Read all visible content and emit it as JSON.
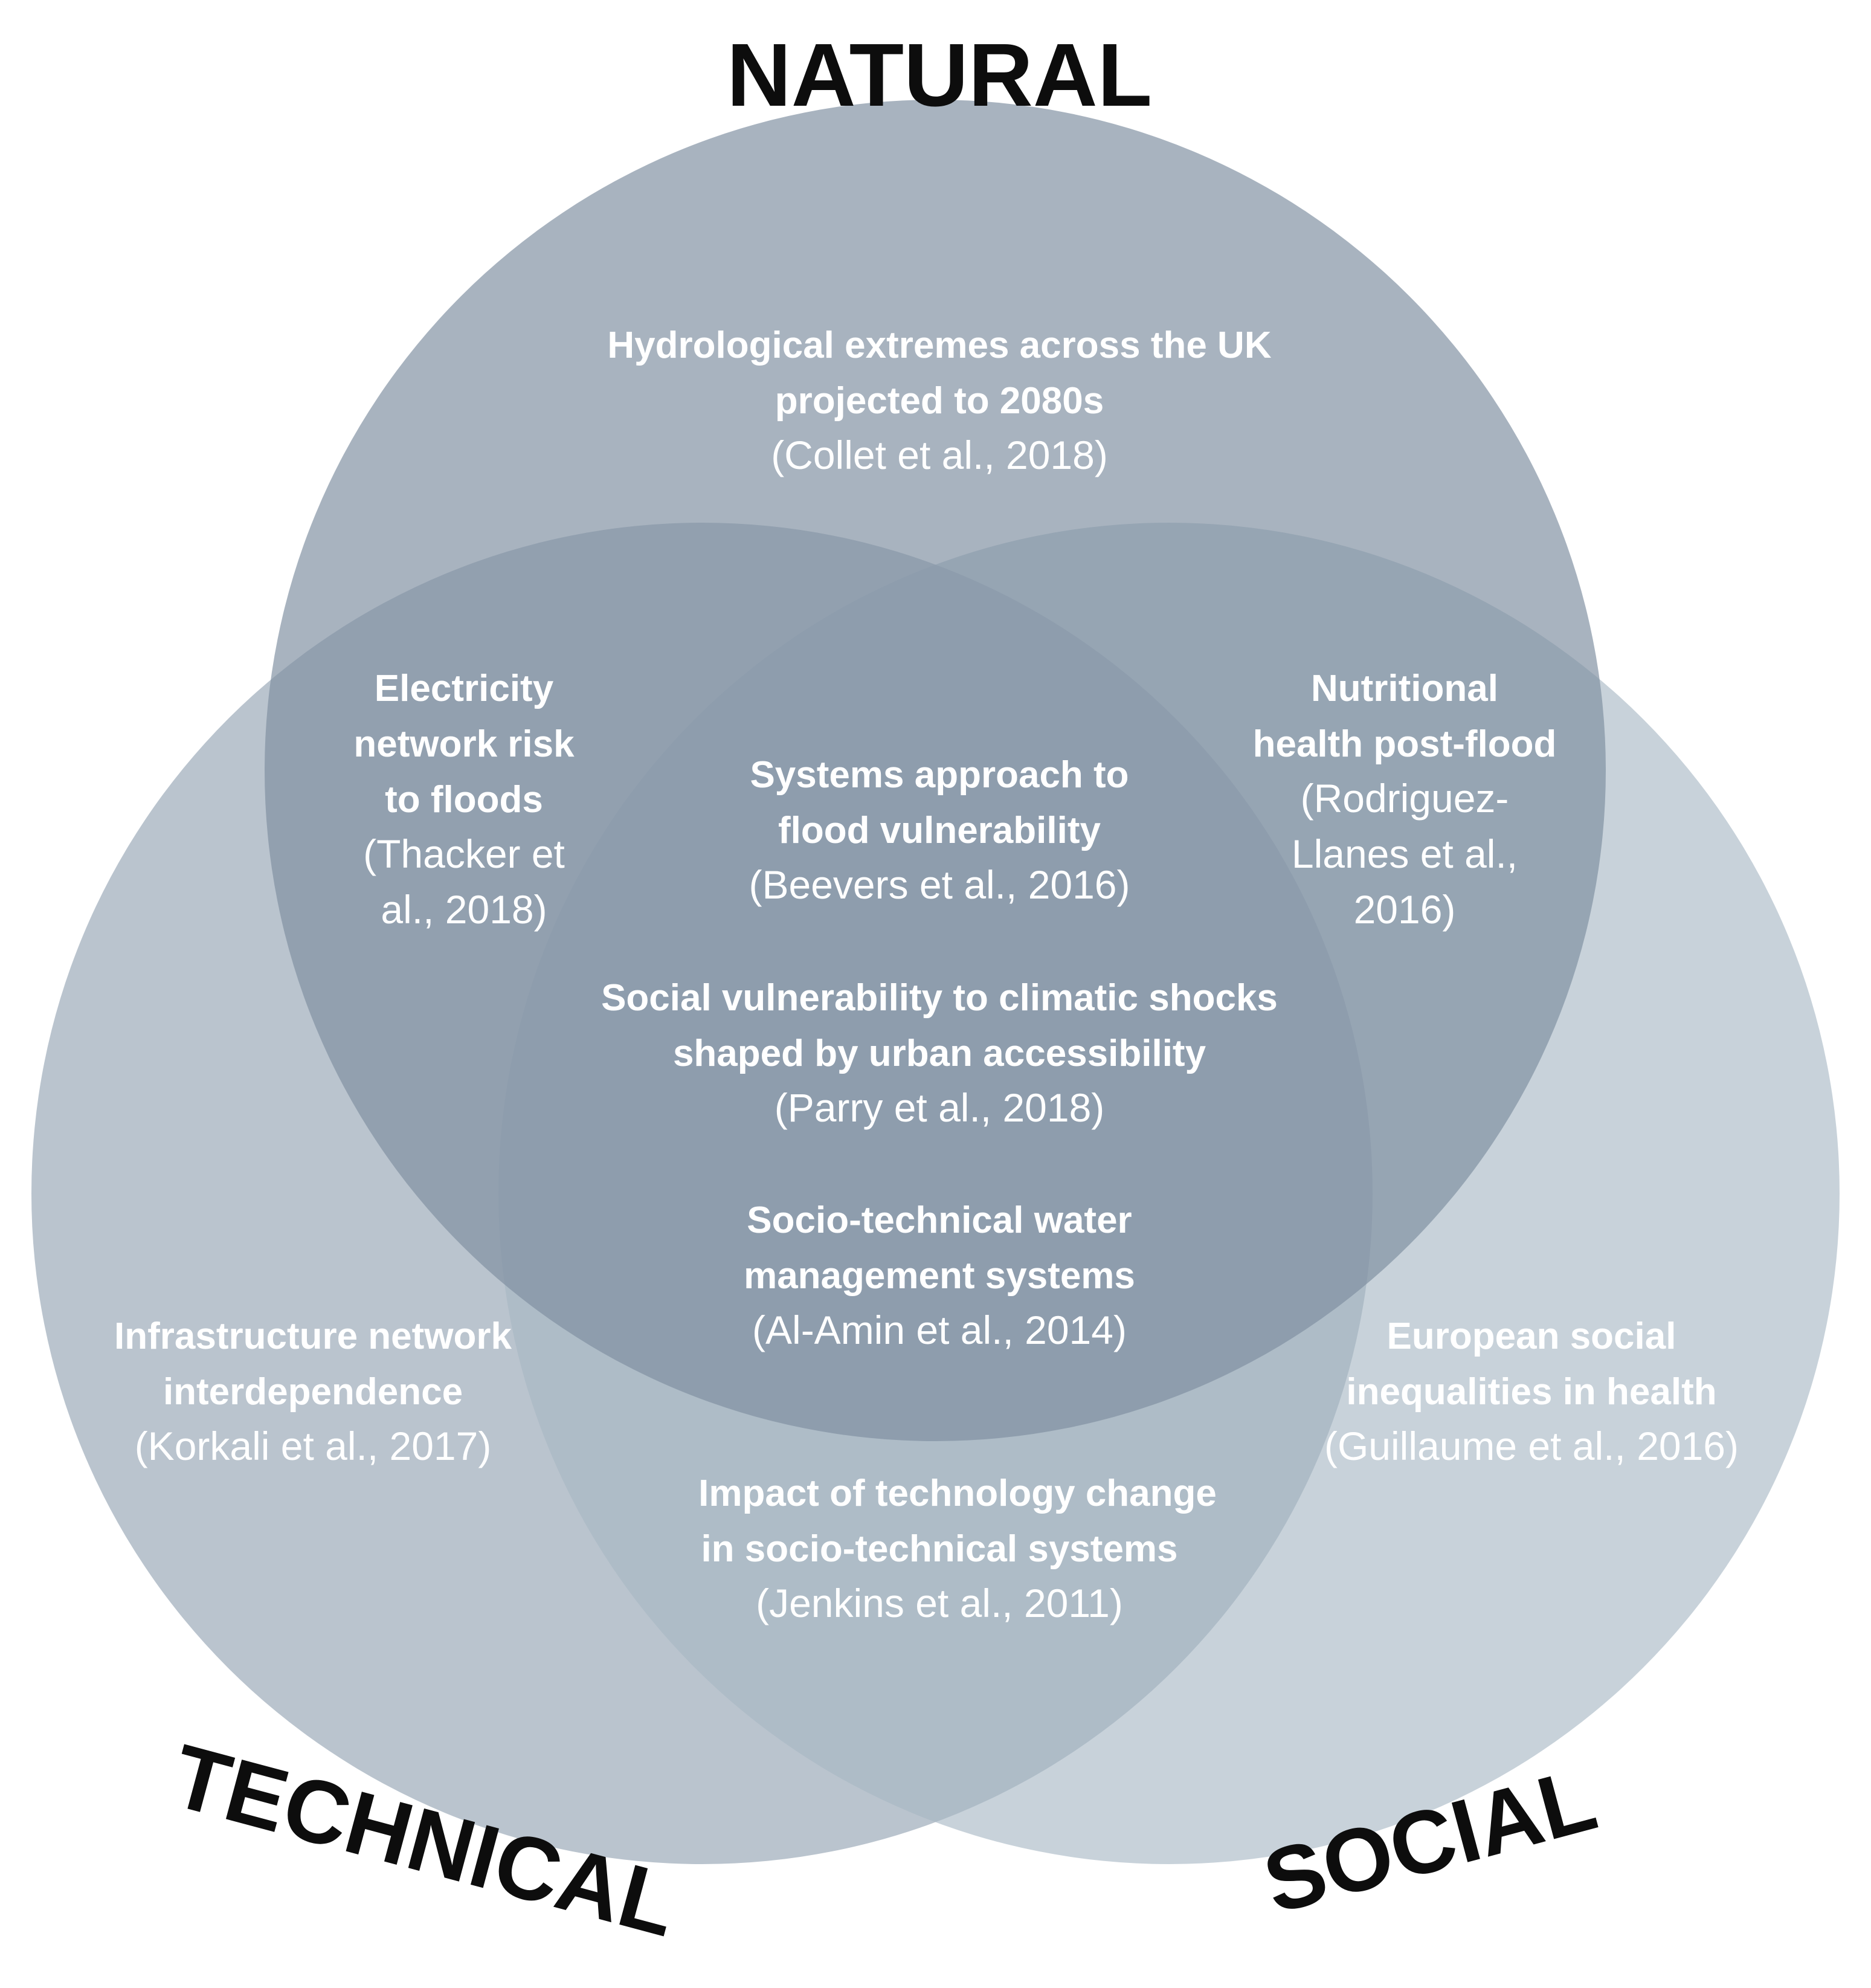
{
  "sets": {
    "natural": "NATURAL",
    "technical": "TECHNICAL",
    "social": "SOCIAL"
  },
  "colors": {
    "circle_natural": "#7f8fa0",
    "circle_technical": "#8f9fb0",
    "circle_social": "#a7b6c4",
    "set_label": "#0d0d0d",
    "region_text": "#ffffff"
  },
  "regions": {
    "natural_only": {
      "title": [
        "Hydrological extremes across the UK",
        "projected to 2080s"
      ],
      "citation": [
        "(Collet et al., 2018)"
      ]
    },
    "natural_technical": {
      "title": [
        "Electricity",
        "network risk",
        "to floods"
      ],
      "citation": [
        "(Thacker et",
        "al., 2018)"
      ]
    },
    "natural_social": {
      "title": [
        "Nutritional",
        "health post-flood"
      ],
      "citation": [
        "(Rodriguez-",
        "Llanes et al.,",
        "2016)"
      ]
    },
    "center_1": {
      "title": [
        "Systems approach to",
        "flood vulnerability"
      ],
      "citation": [
        "(Beevers et al., 2016)"
      ]
    },
    "center_2": {
      "title": [
        "Social vulnerability to climatic shocks",
        "shaped by urban accessibility"
      ],
      "citation": [
        "(Parry et al., 2018)"
      ]
    },
    "center_3": {
      "title": [
        "Socio-technical water",
        "management systems"
      ],
      "citation": [
        "(Al-Amin et al., 2014)"
      ]
    },
    "technical_only": {
      "title": [
        "Infrastructure network",
        "interdependence"
      ],
      "citation": [
        "(Korkali et al., 2017)"
      ]
    },
    "social_only": {
      "title": [
        "European social",
        "inequalities in health"
      ],
      "citation": [
        "(Guillaume et al., 2016)"
      ]
    },
    "technical_social": {
      "title": [
        "Impact of technology change",
        "in socio-technical systems"
      ],
      "citation": [
        "(Jenkins et al., 2011)"
      ]
    }
  }
}
